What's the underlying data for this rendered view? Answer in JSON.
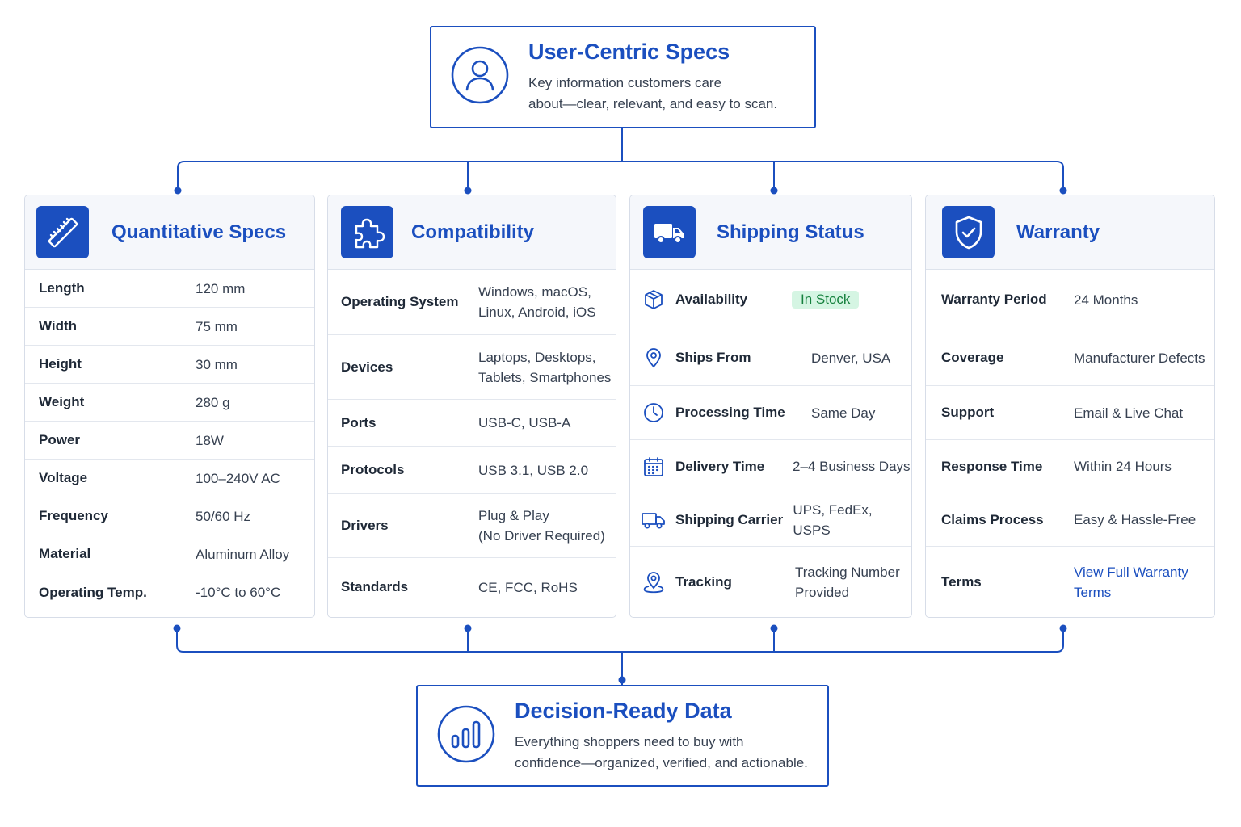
{
  "top": {
    "title": "User-Centric Specs",
    "description": "Key information customers care\nabout—clear, relevant, and easy to scan.",
    "icon": "user-icon"
  },
  "bottom": {
    "title": "Decision-Ready Data",
    "description": "Everything shoppers need to buy with\nconfidence—organized, verified, and actionable.",
    "icon": "bar-chart-icon"
  },
  "cards": {
    "quantitative": {
      "title": "Quantitative Specs",
      "icon": "ruler-icon",
      "rows": [
        {
          "label": "Length",
          "value": "120 mm"
        },
        {
          "label": "Width",
          "value": "75 mm"
        },
        {
          "label": "Height",
          "value": "30 mm"
        },
        {
          "label": "Weight",
          "value": "280 g"
        },
        {
          "label": "Power",
          "value": "18W"
        },
        {
          "label": "Voltage",
          "value": "100–240V AC"
        },
        {
          "label": "Frequency",
          "value": "50/60 Hz"
        },
        {
          "label": "Material",
          "value": "Aluminum Alloy"
        },
        {
          "label": "Operating Temp.",
          "value": "-10°C to 60°C"
        }
      ]
    },
    "compatibility": {
      "title": "Compatibility",
      "icon": "puzzle-icon",
      "rows": [
        {
          "label": "Operating System",
          "value": "Windows, macOS,\nLinux, Android, iOS"
        },
        {
          "label": "Devices",
          "value": "Laptops, Desktops,\nTablets, Smartphones"
        },
        {
          "label": "Ports",
          "value": "USB-C, USB-A"
        },
        {
          "label": "Protocols",
          "value": "USB 3.1, USB 2.0"
        },
        {
          "label": "Drivers",
          "value": "Plug & Play\n(No Driver Required)"
        },
        {
          "label": "Standards",
          "value": "CE, FCC, RoHS"
        }
      ]
    },
    "shipping": {
      "title": "Shipping Status",
      "icon": "truck-icon",
      "rows": [
        {
          "label": "Availability",
          "value": "In Stock",
          "icon": "box-icon"
        },
        {
          "label": "Ships From",
          "value": "Denver, USA",
          "icon": "location-pin-icon"
        },
        {
          "label": "Processing Time",
          "value": "Same Day",
          "icon": "clock-icon"
        },
        {
          "label": "Delivery Time",
          "value": "2–4 Business Days",
          "icon": "calendar-icon"
        },
        {
          "label": "Shipping Carrier",
          "value": "UPS, FedEx, USPS",
          "icon": "truck-outline-icon"
        },
        {
          "label": "Tracking",
          "value": "Tracking Number\nProvided",
          "icon": "map-pin-icon"
        }
      ]
    },
    "warranty": {
      "title": "Warranty",
      "icon": "shield-check-icon",
      "rows": [
        {
          "label": "Warranty Period",
          "value": "24 Months"
        },
        {
          "label": "Coverage",
          "value": "Manufacturer Defects"
        },
        {
          "label": "Support",
          "value": "Email & Live Chat"
        },
        {
          "label": "Response Time",
          "value": "Within 24 Hours"
        },
        {
          "label": "Claims Process",
          "value": "Easy & Hassle-Free"
        },
        {
          "label": "Terms",
          "value": "View Full Warranty\nTerms"
        }
      ]
    }
  },
  "colors": {
    "accent": "#1b4fbf",
    "stock_bg": "#d5f5e3",
    "stock_text": "#15803d"
  }
}
